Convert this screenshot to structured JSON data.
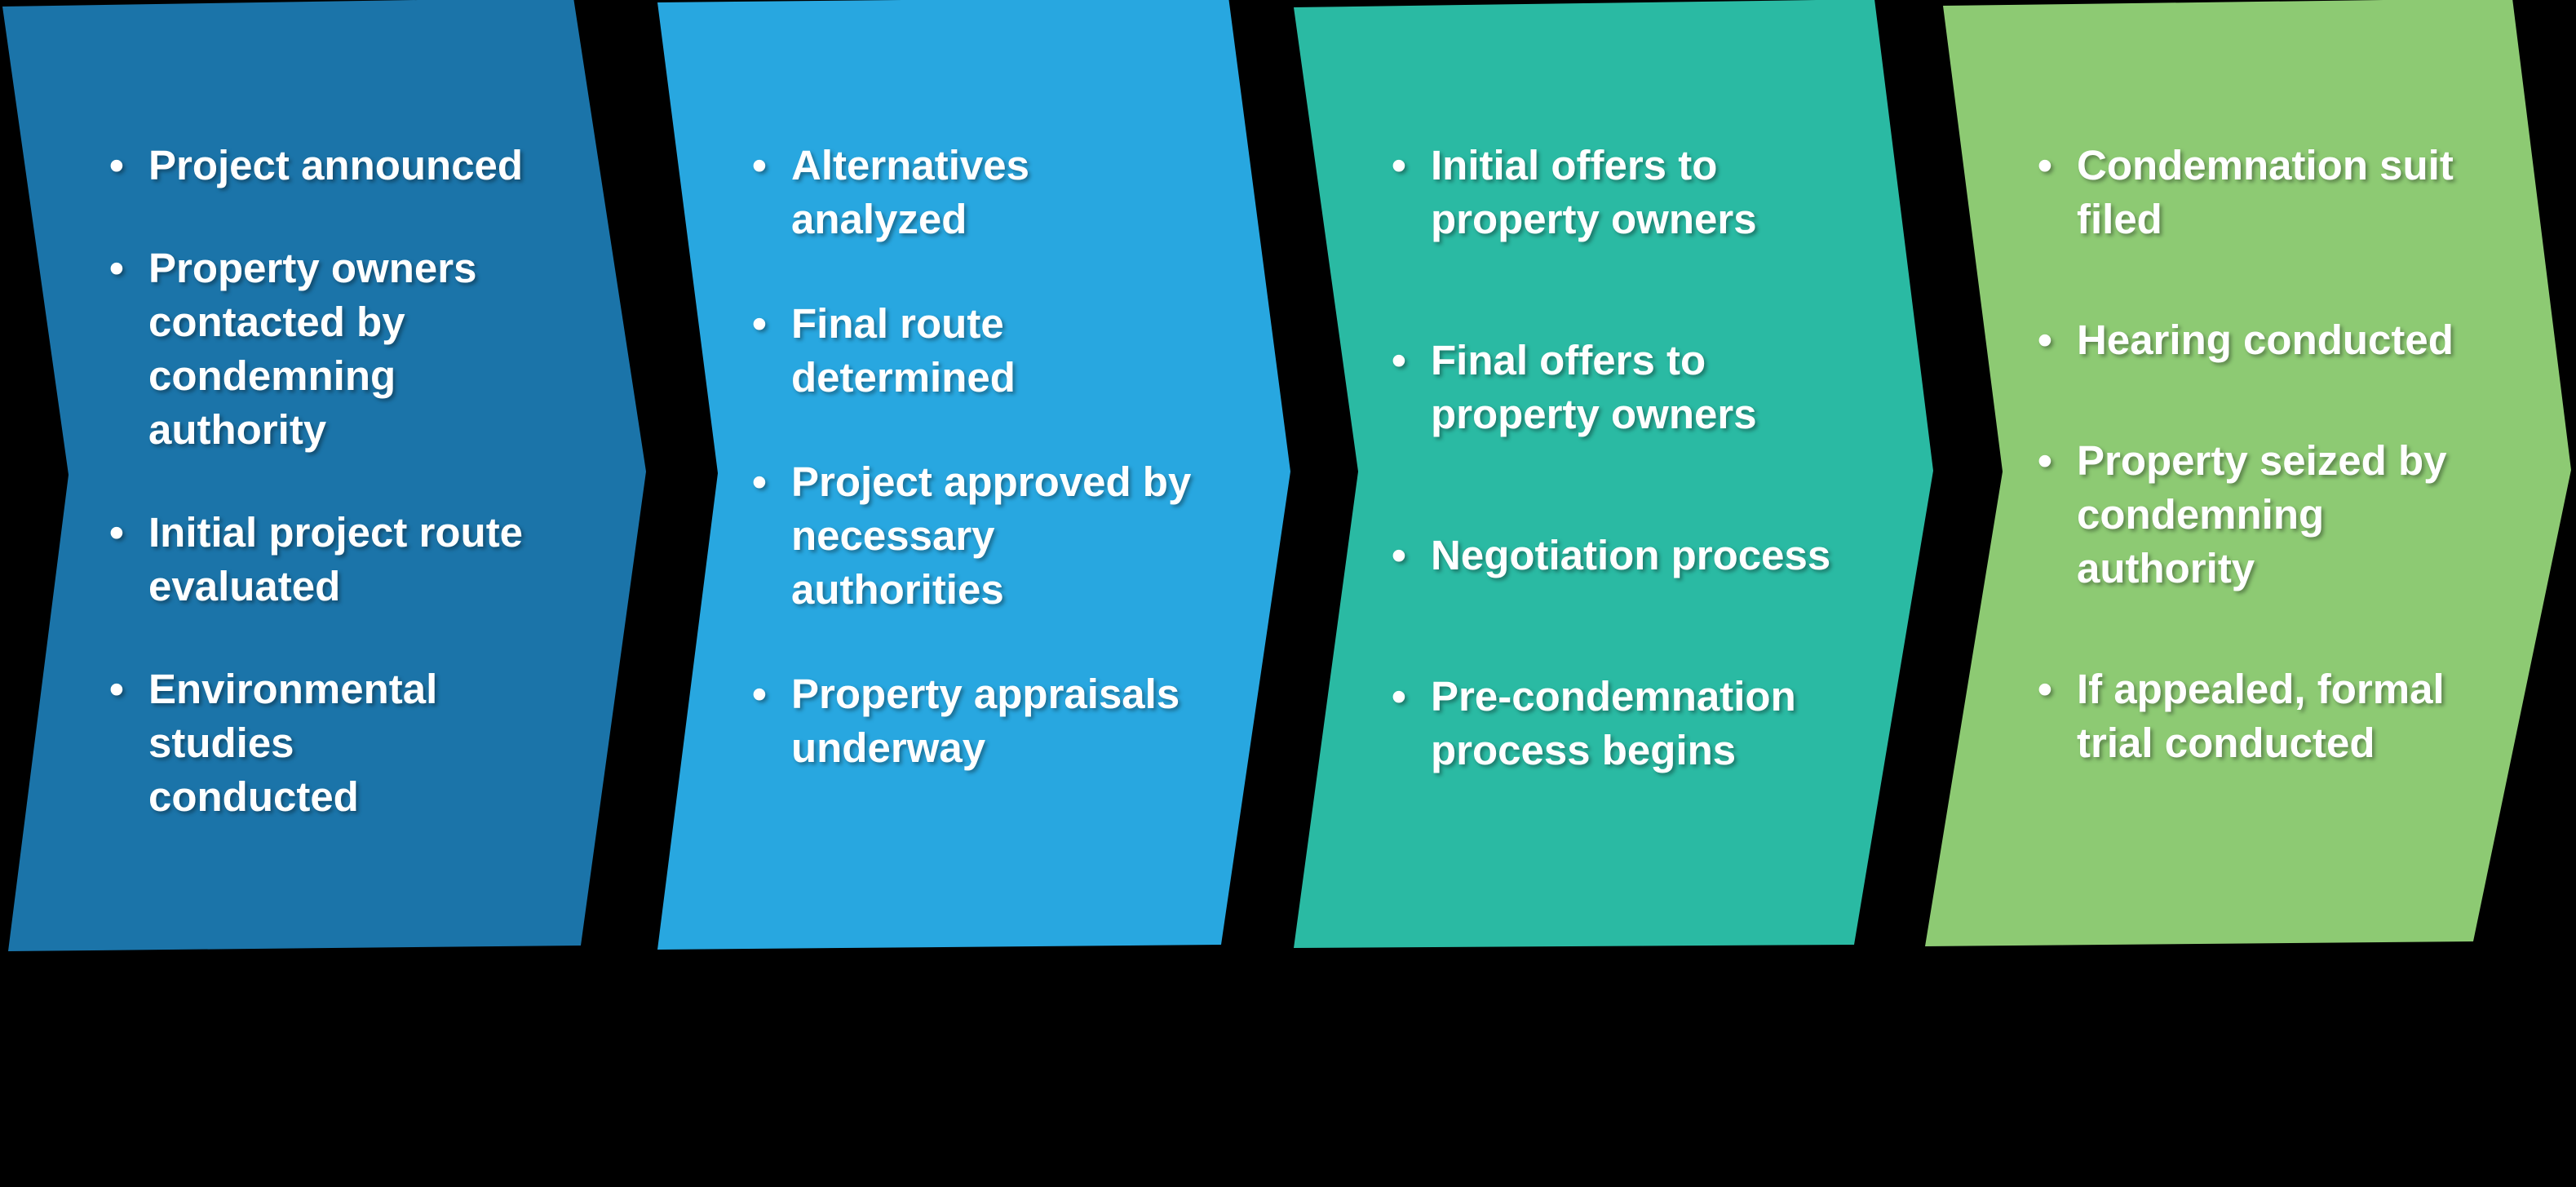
{
  "background_color": "#000000",
  "text_color": "#FFFFFF",
  "bullet_glyph": "•",
  "chart_data": {
    "type": "process-flow-chevrons",
    "direction": "left-to-right",
    "stage_count": 4
  },
  "stages": [
    {
      "color": "#1B74A9",
      "items": [
        "Project announced",
        "Property owners\ncontacted by\ncondemning\nauthority",
        "Initial project route\nevaluated",
        "Environmental\nstudies\nconducted"
      ]
    },
    {
      "color": "#28A7E0",
      "items": [
        "Alternatives\nanalyzed",
        "Final route\ndetermined",
        "Project approved by\nnecessary\nauthorities",
        "Property appraisals\nunderway"
      ]
    },
    {
      "color": "#2ABAA3",
      "items": [
        "Initial offers to\nproperty owners",
        "Final offers to\nproperty owners",
        "Negotiation process",
        "Pre-condemnation\nprocess begins"
      ]
    },
    {
      "color": "#8DCA73",
      "items": [
        "Condemnation suit\nfiled",
        "Hearing conducted",
        "Property seized by\ncondemning\nauthority",
        "If appealed, formal\ntrial conducted"
      ]
    }
  ]
}
